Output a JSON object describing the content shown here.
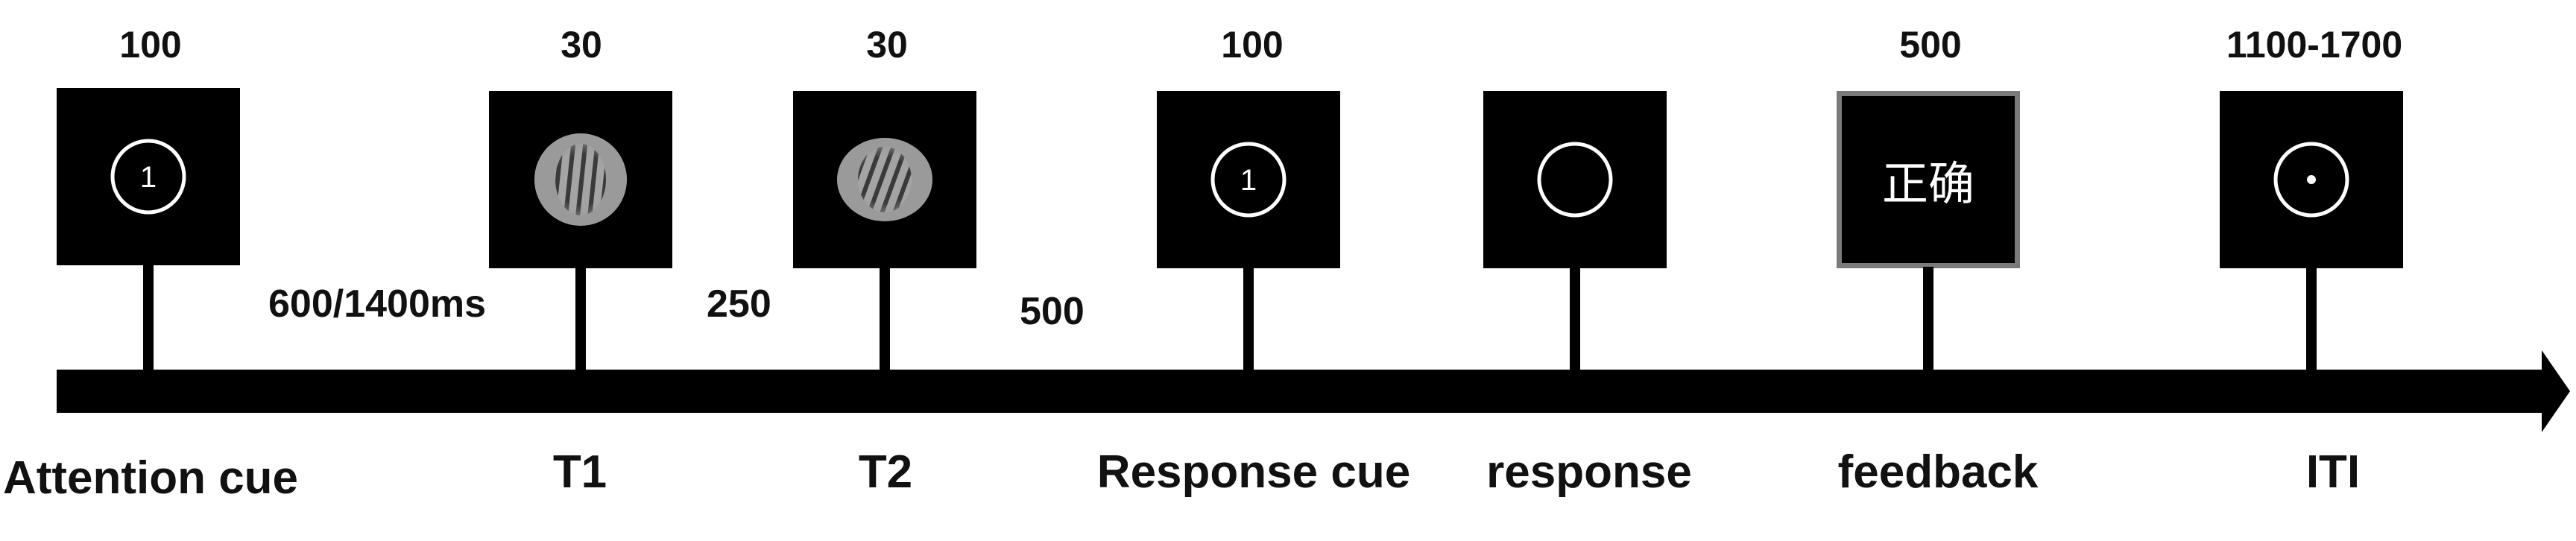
{
  "durations": [
    "100",
    "30",
    "30",
    "100",
    "500",
    "1100-1700"
  ],
  "intervals": [
    "600/1400ms",
    "250",
    "500"
  ],
  "events": [
    "Attention cue",
    "T1",
    "T2",
    "Response cue",
    "response",
    "feedback",
    "ITI"
  ],
  "screens": {
    "attention_cue_digit": "1",
    "response_cue_digit": "1",
    "feedback_text": "正确"
  },
  "colors": {
    "screen_background": "#000000",
    "timeline": "#000000",
    "feedback_border": "#7a7a7a",
    "fixation_circle": "#ffffff",
    "grating_base": "#9a9a9a"
  },
  "icons": [
    "digit-cue-icon",
    "grating-stimulus-icon",
    "empty-circle-icon",
    "fixation-dot-icon"
  ]
}
